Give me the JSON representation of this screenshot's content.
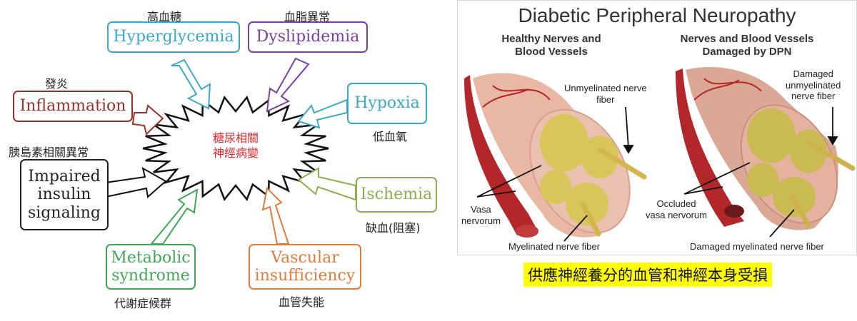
{
  "left": {
    "center_label": [
      "糖尿相關",
      "神經病變"
    ],
    "boxes": [
      {
        "id": "hyperglycemia",
        "text": "Hyperglycemia",
        "zh": "高血糖",
        "color": "#3aa9c9"
      },
      {
        "id": "dyslipidemia",
        "text": "Dyslipidemia",
        "zh": "血脂異常",
        "color": "#7b3fa4"
      },
      {
        "id": "inflammation",
        "text": "Inflammation",
        "zh": "發炎",
        "color": "#9c3028"
      },
      {
        "id": "hypoxia",
        "text": "Hypoxia",
        "zh": "低血氧",
        "color": "#3aa9c9"
      },
      {
        "id": "impaired",
        "text": "Impaired insulin signaling",
        "zh": "胰島素相關異常",
        "color": "#222222"
      },
      {
        "id": "ischemia",
        "text": "Ischemia",
        "zh": "缺血(阻塞)",
        "color": "#8ab04b"
      },
      {
        "id": "metabolic",
        "text": "Metabolic syndrome",
        "zh": "代謝症候群",
        "color": "#3ea855"
      },
      {
        "id": "vascular",
        "text": "Vascular insufficiency",
        "zh": "血管失能",
        "color": "#e07b3a"
      }
    ],
    "impaired_lines": [
      "Impaired",
      "insulin",
      "signaling"
    ],
    "metabolic_lines": [
      "Metabolic",
      "syndrome"
    ],
    "vascular_lines": [
      "Vascular",
      "insufficiency"
    ]
  },
  "right": {
    "title": "Diabetic Peripheral Neuropathy",
    "healthy_title": [
      "Healthy Nerves and",
      "Blood Vessels"
    ],
    "damaged_title": [
      "Nerves and Blood Vessels",
      "Damaged by DPN"
    ],
    "labels": {
      "unmyelinated": [
        "Unmyelinated nerve",
        "fiber"
      ],
      "vasa": [
        "Vasa",
        "nervorum"
      ],
      "myelinated": "Myelinated nerve fiber",
      "damaged_unmyelinated": [
        "Damaged",
        "unmyelinated",
        "nerve fiber"
      ],
      "occluded": [
        "Occluded",
        "vasa nervorum"
      ],
      "damaged_myelinated": "Damaged myelinated nerve fiber"
    },
    "caption": "供應神經養分的血管和神經本身受損"
  },
  "colors": {
    "red_text": "#e0262a",
    "artery": "#b3262a",
    "nerve_skin": "#e8b8a4",
    "fascicle": "#d8c65a"
  }
}
